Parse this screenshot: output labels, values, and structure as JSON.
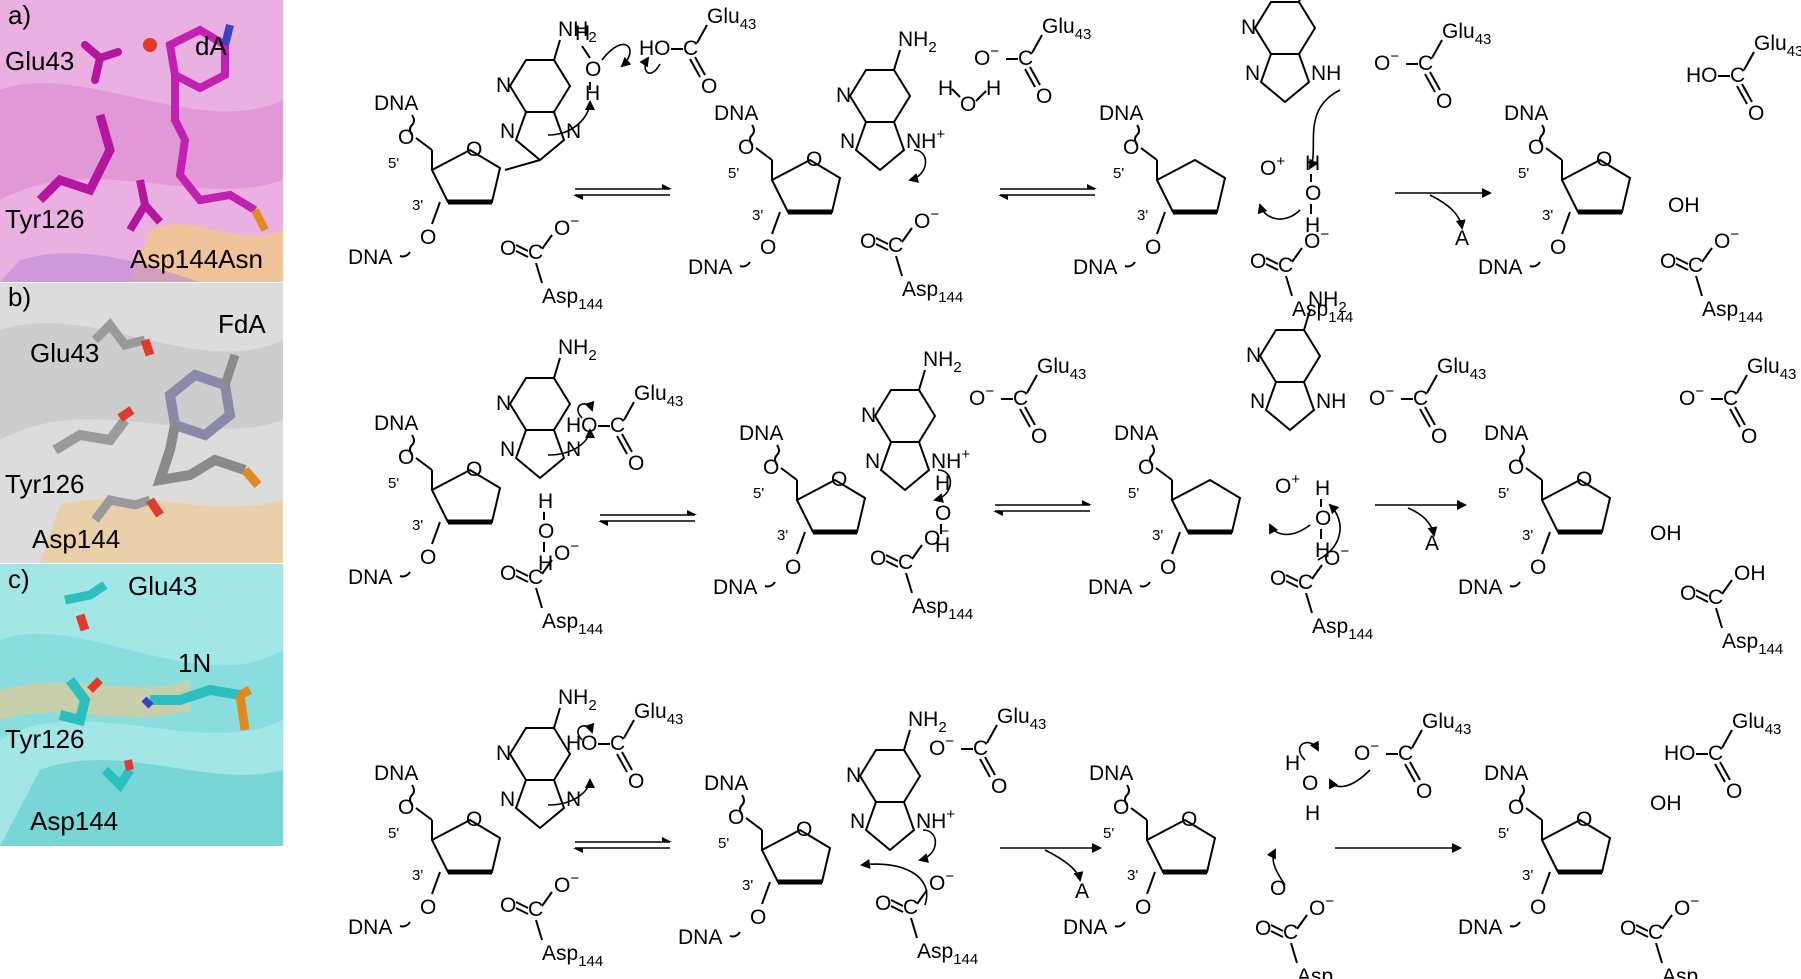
{
  "panels": [
    {
      "letter": "a)",
      "ligand": "dA",
      "residues": [
        "Glu43",
        "Tyr126",
        "Asp144Asn"
      ],
      "texts": [
        "DNA",
        "5'",
        "3'",
        "DNA",
        "NH2",
        "N",
        "N",
        "N",
        "N",
        "HO",
        "C",
        "O",
        "Glu43",
        "H",
        "O",
        "H",
        "C",
        "O",
        "O−",
        "Asp144",
        "NH+",
        "O−",
        "O−",
        "O",
        "C",
        "O",
        "H",
        "O",
        "H",
        "O+",
        "A",
        "OH",
        "HO",
        "C",
        "O",
        "Glu43",
        "Asp144",
        "Asp144",
        "Asp144",
        "Glu43",
        "Glu43",
        "NH",
        "N"
      ]
    },
    {
      "letter": "b)",
      "ligand": "FdA",
      "residues": [
        "Glu43",
        "Tyr126",
        "Asp144"
      ],
      "texts": [
        "DNA",
        "5'",
        "3'",
        "DNA",
        "NH2",
        "HO",
        "C",
        "O",
        "Glu43",
        "H",
        "O",
        "H",
        "C",
        "O",
        "O−",
        "Asp144",
        "NH+",
        "O−",
        "C",
        "O",
        "Glu43",
        "O",
        "H",
        "H",
        "O+",
        "A",
        "OH",
        "OH",
        "Asp144",
        "NH"
      ]
    },
    {
      "letter": "c)",
      "ligand": "1N",
      "residues": [
        "Glu43",
        "Tyr126",
        "Asp144"
      ],
      "texts": [
        "DNA",
        "5'",
        "3'",
        "DNA",
        "NH2",
        "HO",
        "C",
        "O",
        "Glu43",
        "Asp144",
        "NH+",
        "O−",
        "A",
        "H",
        "O",
        "OH",
        "HO",
        "Glu43",
        "Asp144",
        "O"
      ]
    }
  ],
  "colors": {
    "panel_a_bg": "#e9a7de",
    "panel_a_stick": "#c21fb3",
    "panel_b_bg": "#d9d9d9",
    "panel_b_stick": "#9a9a9a",
    "panel_c_bg": "#9fe4e4",
    "panel_c_stick": "#2bbfbf",
    "oxygen": "#e03a2a",
    "nitrogen": "#3a3fcc",
    "phosphorus": "#e08a1e",
    "dna_backbone": "#f2b970"
  },
  "labels": {
    "dna": "DNA",
    "five": "5'",
    "three": "3'",
    "nh2": "NH",
    "nh2_sub": "2",
    "n": "N",
    "nh": "NH",
    "nhplus": "NH",
    "plus": "+",
    "o": "O",
    "oplus": "O",
    "ominus": "O",
    "minus": "−",
    "c": "C",
    "h": "H",
    "ho": "HO",
    "oh": "OH",
    "glu": "Glu",
    "glu_sub": "43",
    "asp": "Asp",
    "asp_sub": "144",
    "a_leaving": "A"
  }
}
